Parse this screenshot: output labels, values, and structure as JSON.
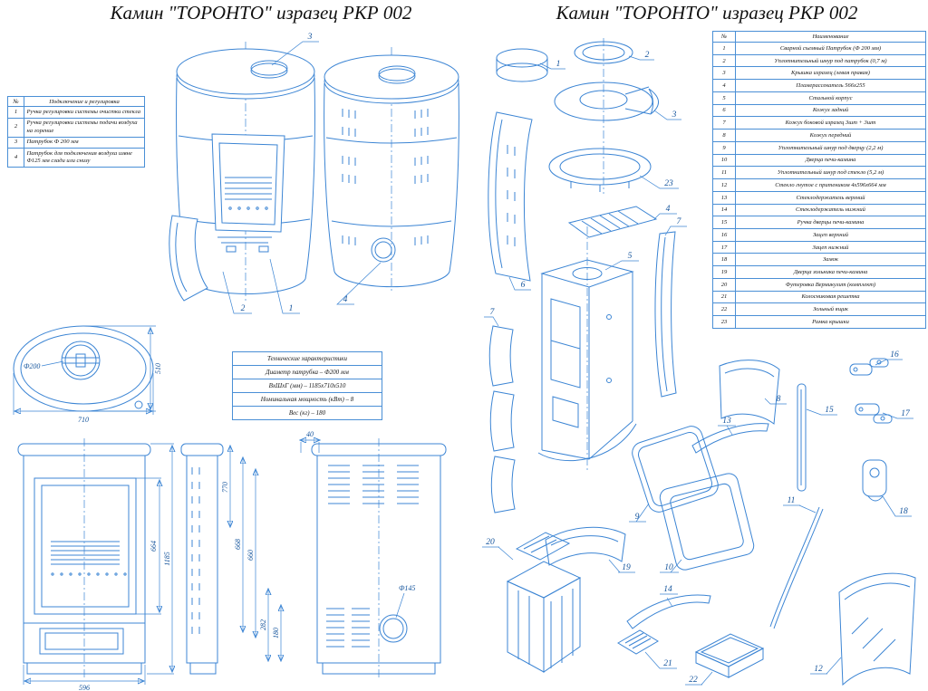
{
  "titles": {
    "left": "Камин \"ТОРОНТО\" изразец РКР 002",
    "right": "Камин \"ТОРОНТО\" изразец РКР 002"
  },
  "connection_table": {
    "header_num": "№",
    "header_title": "Подключение и регулировка",
    "rows": [
      {
        "num": "1",
        "text": "Ручка регулировки системы очистки стекла"
      },
      {
        "num": "2",
        "text": "Ручка регулировки системы подачи воздуха на горение"
      },
      {
        "num": "3",
        "text": "Патрубок Ф 200 мм"
      },
      {
        "num": "4",
        "text": "Патрубок для подключения воздуха извне Ф125 мм сзади или снизу"
      }
    ]
  },
  "specs_table": {
    "title": "Технические характеристики",
    "rows": [
      "Диаметр патрубка – Ф200 мм",
      "ВхШхГ (мм) – 1185х710х510",
      "Номинальная мощность (кВт) – 8",
      "Вес (кг) – 180"
    ]
  },
  "parts_table": {
    "header_num": "№",
    "header_name": "Наименование",
    "rows": [
      {
        "num": "1",
        "name": "Сварной съемный Патрубок (Ф 200 мм)"
      },
      {
        "num": "2",
        "name": "Уплотнительный шнур под патрубок (0,7 м)"
      },
      {
        "num": "3",
        "name": "Крышка изразец (левая правая)"
      },
      {
        "num": "4",
        "name": "Пламерассекатель 566х255"
      },
      {
        "num": "5",
        "name": "Стальной корпус"
      },
      {
        "num": "6",
        "name": "Кожух задний"
      },
      {
        "num": "7",
        "name": "Кожух боковой изразец 3шт + 3шт"
      },
      {
        "num": "8",
        "name": "Кожух передний"
      },
      {
        "num": "9",
        "name": "Уплотнительный шнур под дверцу (2,2 м)"
      },
      {
        "num": "10",
        "name": "Дверца печи-камина"
      },
      {
        "num": "11",
        "name": "Уплотнительный шнур под стекло (5,2 м)"
      },
      {
        "num": "12",
        "name": "Стекло гнутое с притеником 4х596х664 мм"
      },
      {
        "num": "13",
        "name": "Стеклодержатель верхний"
      },
      {
        "num": "14",
        "name": "Стеклодержатель нижний"
      },
      {
        "num": "15",
        "name": "Ручка дверцы печи-камина"
      },
      {
        "num": "16",
        "name": "Зацеп верхний"
      },
      {
        "num": "17",
        "name": "Зацеп нижний"
      },
      {
        "num": "18",
        "name": "Замок"
      },
      {
        "num": "19",
        "name": "Дверца зольника печи-камина"
      },
      {
        "num": "20",
        "name": "Футеровка Вермикулит (комплект)"
      },
      {
        "num": "21",
        "name": "Колосниковая решетка"
      },
      {
        "num": "22",
        "name": "Зольный ящик"
      },
      {
        "num": "23",
        "name": "Рамка крышки"
      }
    ]
  },
  "dims": {
    "top_diameter": "Ф200",
    "top_width": "710",
    "top_depth": "510",
    "front_width": "596",
    "front_glass_height": "664",
    "total_height": "1185",
    "side_h770": "770",
    "side_h668": "668",
    "side_h660": "660",
    "side_h282": "282",
    "side_h180": "180",
    "back_t40": "40",
    "back_hole": "Ф145"
  },
  "callouts": {
    "a1": "1",
    "a2": "2",
    "a3": "3",
    "a4": "4",
    "e1": "1",
    "e2": "2",
    "e3": "3",
    "e4": "4",
    "e5": "5",
    "e6": "6",
    "e7l": "7",
    "e7r": "7",
    "e8": "8",
    "e9": "9",
    "e10": "10",
    "e11": "11",
    "e12": "12",
    "e13": "13",
    "e14": "14",
    "e15": "15",
    "e16": "16",
    "e17": "17",
    "e18": "18",
    "e19": "19",
    "e20": "20",
    "e21": "21",
    "e22": "22",
    "e23": "23"
  }
}
